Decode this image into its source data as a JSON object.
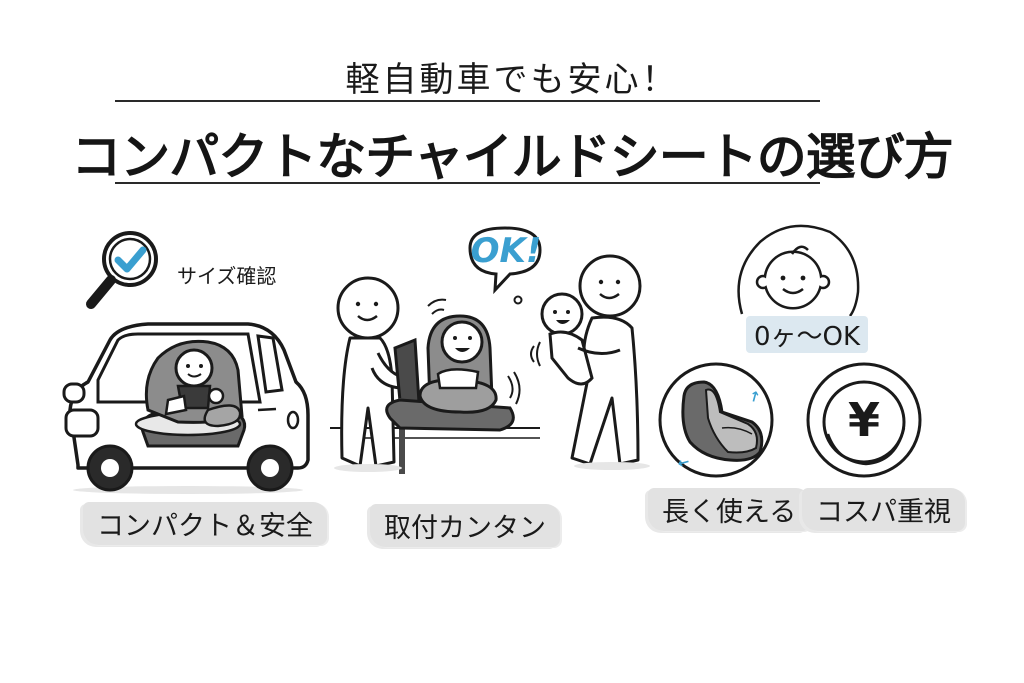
{
  "header": {
    "subtitle": "軽自動車でも安心！",
    "title": "コンパクトなチャイルドシートの選び方"
  },
  "features": [
    {
      "id": "compact-safe",
      "label": "コンパクト＆安全",
      "callout": "サイズ確認",
      "icon": "magnifier-check-icon"
    },
    {
      "id": "easy-install",
      "label": "取付カンタン",
      "speech": "OK!"
    },
    {
      "id": "newborn-ok",
      "badge": "0ヶ〜OK",
      "icon": "baby-face-icon"
    },
    {
      "id": "long-use",
      "label": "長く使える",
      "icon": "convertible-seat-icon"
    },
    {
      "id": "cost-performance",
      "label": "コスパ重視",
      "icon": "yen-coin-icon",
      "symbol": "¥"
    }
  ],
  "colors": {
    "accent_blue": "#3a9fd0",
    "chip_blue": "#dce8f0",
    "seat_dark": "#5a5a5a",
    "seat_mid": "#8c8c8c",
    "seat_light": "#bdbdbd",
    "brush_gray": "#e2e2e2",
    "ink": "#1a1a1a"
  }
}
